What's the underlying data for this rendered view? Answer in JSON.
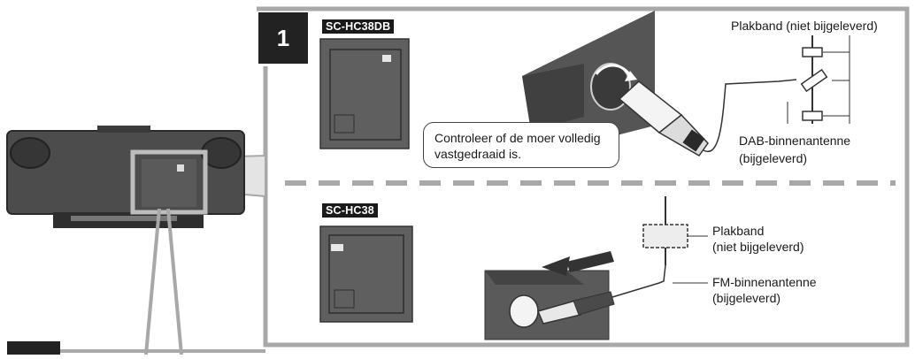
{
  "step_number": "1",
  "section_top": {
    "model": "SC-HC38DB",
    "labels": {
      "tape": "Plakband (niet bijgeleverd)",
      "antenna_line1": "DAB-binnenantenne",
      "antenna_line2": "(bijgeleverd)"
    },
    "callout_line1": "Controleer of de moer volledig",
    "callout_line2": "vastgedraaid is."
  },
  "section_bottom": {
    "model": "SC-HC38",
    "labels": {
      "tape_line1": "Plakband",
      "tape_line2": "(niet bijgeleverd)",
      "antenna_line1": "FM-binnenantenne",
      "antenna_line2": "(bijgeleverd)"
    }
  },
  "icons": [
    "tighten-nut-arrow-icon",
    "insert-direction-arrow-icon"
  ],
  "colors": {
    "frame": "#a8a8a8",
    "dark": "#1a1a1a",
    "panel": "#5a5a5a"
  }
}
